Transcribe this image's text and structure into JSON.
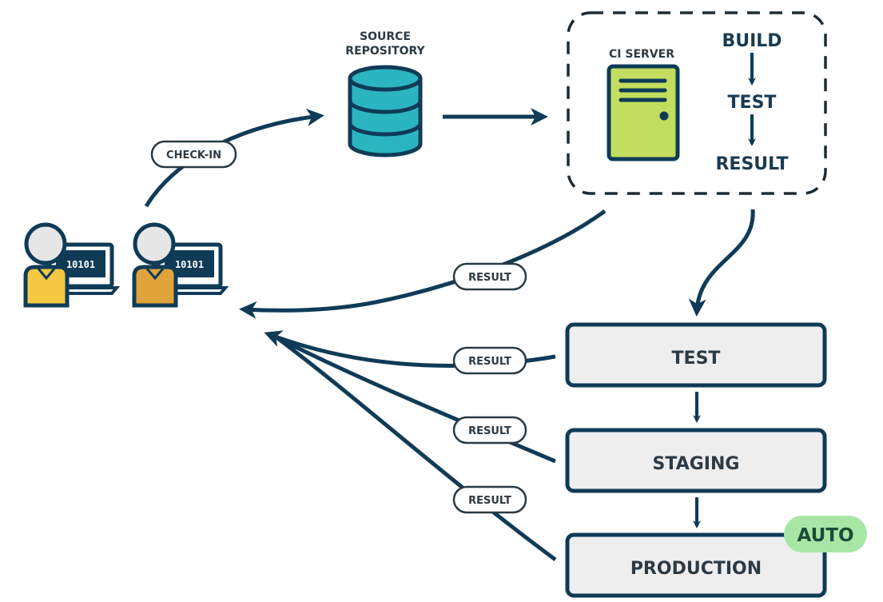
{
  "colors": {
    "ink": "#0f3b57",
    "cylinder": "#2bb5c0",
    "server": "#c3dd5e",
    "stage_fill": "#eeeeef",
    "auto_fill": "#a8e6a6",
    "dev1_shirt": "#f4c842",
    "dev2_shirt": "#e0a33a",
    "head": "#e6e6e6"
  },
  "developers": [
    {
      "screen_text": "10101"
    },
    {
      "screen_text": "10101"
    }
  ],
  "source_repository": {
    "line1": "SOURCE",
    "line2": "REPOSITORY"
  },
  "ci_server": {
    "label": "CI SERVER",
    "steps": [
      "BUILD",
      "TEST",
      "RESULT"
    ]
  },
  "edges": {
    "check_in": "CHECK-IN",
    "result_ci": "RESULT",
    "result_test": "RESULT",
    "result_staging": "RESULT",
    "result_production": "RESULT"
  },
  "stages": [
    {
      "name": "TEST"
    },
    {
      "name": "STAGING"
    },
    {
      "name": "PRODUCTION"
    }
  ],
  "auto_badge": "AUTO"
}
